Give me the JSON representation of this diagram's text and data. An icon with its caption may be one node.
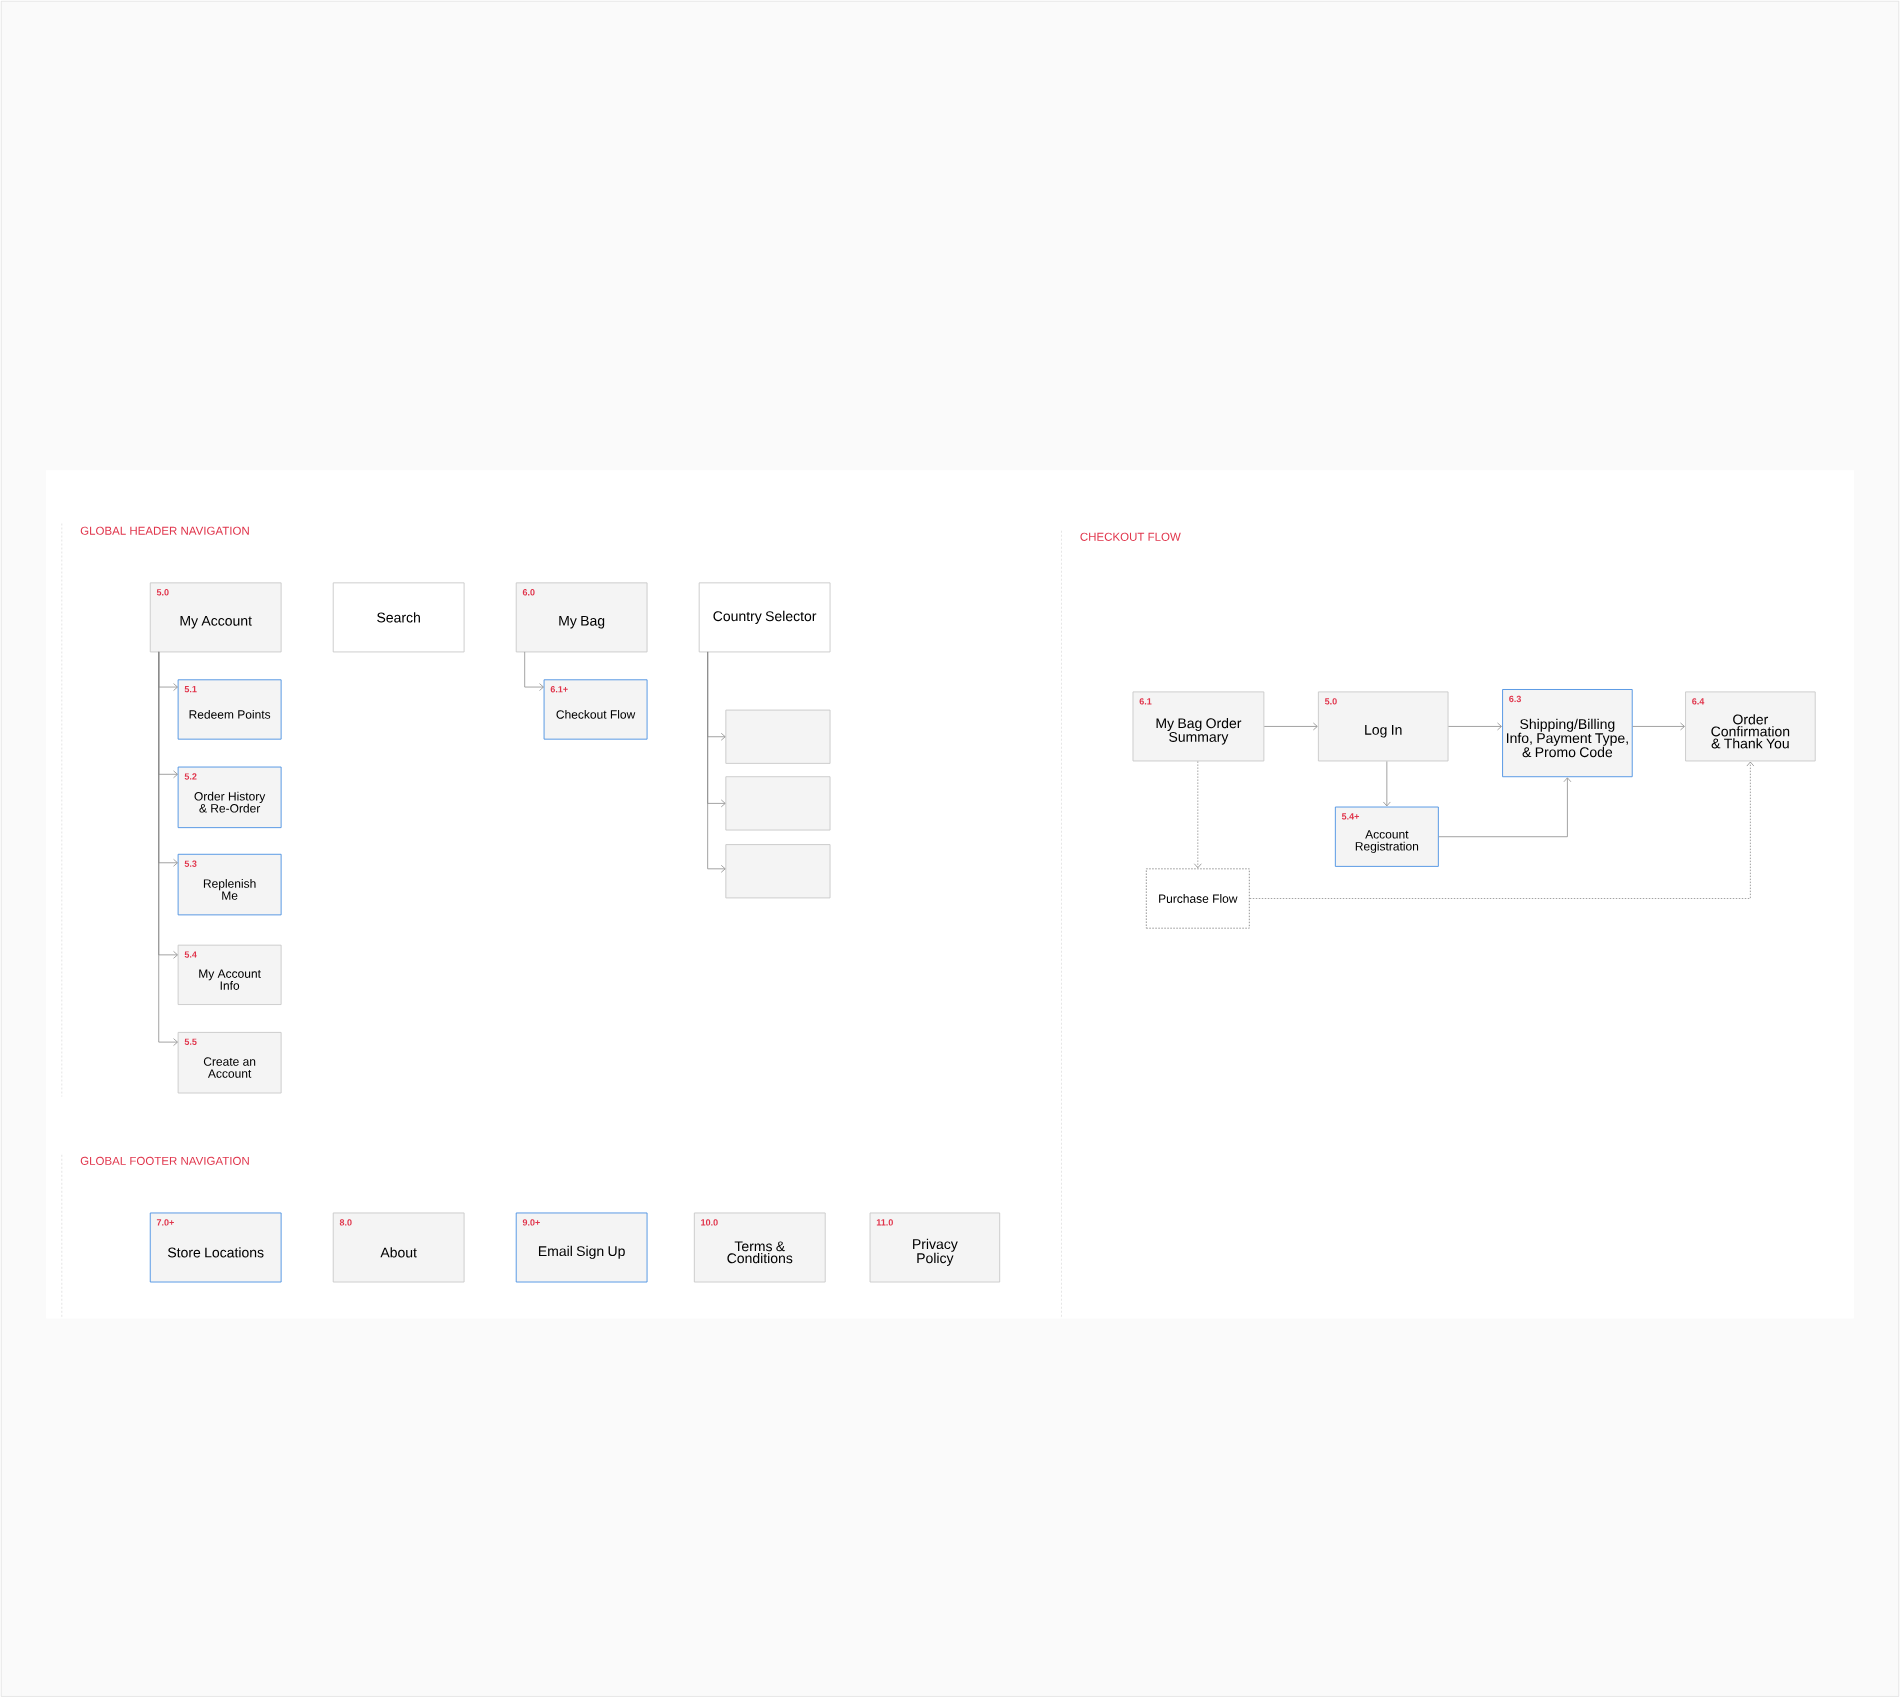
{
  "diagram": {
    "nodes": [
      {
        "text": [
          "5.0",
          "My Account"
        ]
      },
      {
        "text": [
          "Search"
        ]
      },
      {
        "text": [
          "6.0",
          "My Bag"
        ]
      },
      {
        "text": [
          "Country Selector"
        ]
      },
      {
        "text": [
          "5.1",
          "Redeem Points"
        ]
      },
      {
        "text": [
          "5.2",
          "Order History & Re-Order"
        ]
      },
      {
        "text": [
          "5.3",
          "Replenish Me"
        ]
      },
      {
        "text": [
          "5.4",
          "My Account Info"
        ]
      },
      {
        "text": [
          "5.5",
          "Create an Account"
        ]
      },
      {
        "text": [
          "6.1+",
          "Checkout Flow"
        ]
      },
      {
        "text": [],
        "shape": "box"
      },
      {
        "text": [],
        "shape": "box"
      },
      {
        "text": [],
        "shape": "box"
      },
      {
        "text": [
          "7.0+",
          "Store Locations"
        ]
      },
      {
        "text": [
          "8.0",
          "About"
        ]
      },
      {
        "text": [
          "9.0+",
          "Email Sign Up"
        ]
      },
      {
        "text": [
          "10.0",
          "Terms & Conditions"
        ]
      },
      {
        "text": [
          "11.0",
          "Privacy Policy"
        ]
      },
      {
        "text": [
          "6.1",
          "My Bag Order Summary"
        ]
      },
      {
        "text": [
          "5.0",
          "Log In"
        ]
      },
      {
        "text": [
          "6.3",
          "Shipping/Billing Info, Payment Type, & Promo Code"
        ]
      },
      {
        "text": [
          "6.4",
          "Order Confirmation & Thank You"
        ]
      },
      {
        "text": [
          "5.4+",
          "Account Registration"
        ]
      },
      {
        "text": [
          "Purchase Flow"
        ]
      }
    ],
    "edges": [
      {
        "from": 0,
        "to": 4,
        "arrow": "to"
      },
      {
        "from": 0,
        "to": 5,
        "arrow": "to"
      },
      {
        "from": 0,
        "to": 6,
        "arrow": "to"
      },
      {
        "from": 0,
        "to": 7,
        "arrow": "to"
      },
      {
        "from": 0,
        "to": 8,
        "arrow": "to"
      },
      {
        "from": 2,
        "to": 9,
        "arrow": "to"
      },
      {
        "from": 3,
        "to": 10,
        "arrow": "to"
      },
      {
        "from": 3,
        "to": 11,
        "arrow": "to"
      },
      {
        "from": 3,
        "to": 12,
        "arrow": "to"
      },
      {
        "from": 18,
        "to": 19,
        "arrow": "to"
      },
      {
        "from": 19,
        "to": 20,
        "arrow": "to"
      },
      {
        "from": 20,
        "to": 21,
        "arrow": "to"
      },
      {
        "from": 19,
        "to": 22,
        "arrow": "to"
      },
      {
        "from": 22,
        "to": 20,
        "arrow": "to"
      },
      {
        "from": 18,
        "to": 23,
        "arrow": "to",
        "style": "dashed"
      },
      {
        "from": 23,
        "to": 21,
        "arrow": "to",
        "style": "dashed"
      }
    ],
    "labels": [
      "GLOBAL HEADER NAVIGATION",
      "CHECKOUT FLOW",
      "GLOBAL FOOTER NAVIGATION"
    ]
  }
}
